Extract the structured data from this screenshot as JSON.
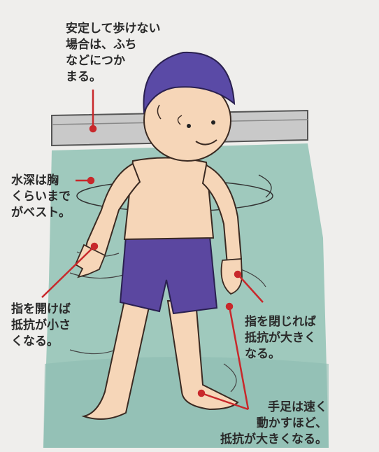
{
  "colors": {
    "water": "#9fc9bd",
    "water_dark": "#7fb3a8",
    "skin": "#f6d6b8",
    "cap": "#5a4aa6",
    "trunks": "#5b47a0",
    "pool_edge": "#c9c9c9",
    "callout_line": "#c8282b"
  },
  "captions": {
    "stability": [
      "安定して歩けない",
      "場合は、ふち",
      "などにつか",
      "まる。"
    ],
    "depth": [
      "水深は胸",
      "くらいまで",
      "がベスト。"
    ],
    "open_fingers": [
      "指を開けば",
      "抵抗が小さ",
      "くなる。"
    ],
    "close_fingers": [
      "指を閉じれば",
      "抵抗が大きく",
      "なる。"
    ],
    "fast_limbs": [
      "手足は速く",
      "動かすほど、",
      "抵抗が大きくなる。"
    ]
  }
}
